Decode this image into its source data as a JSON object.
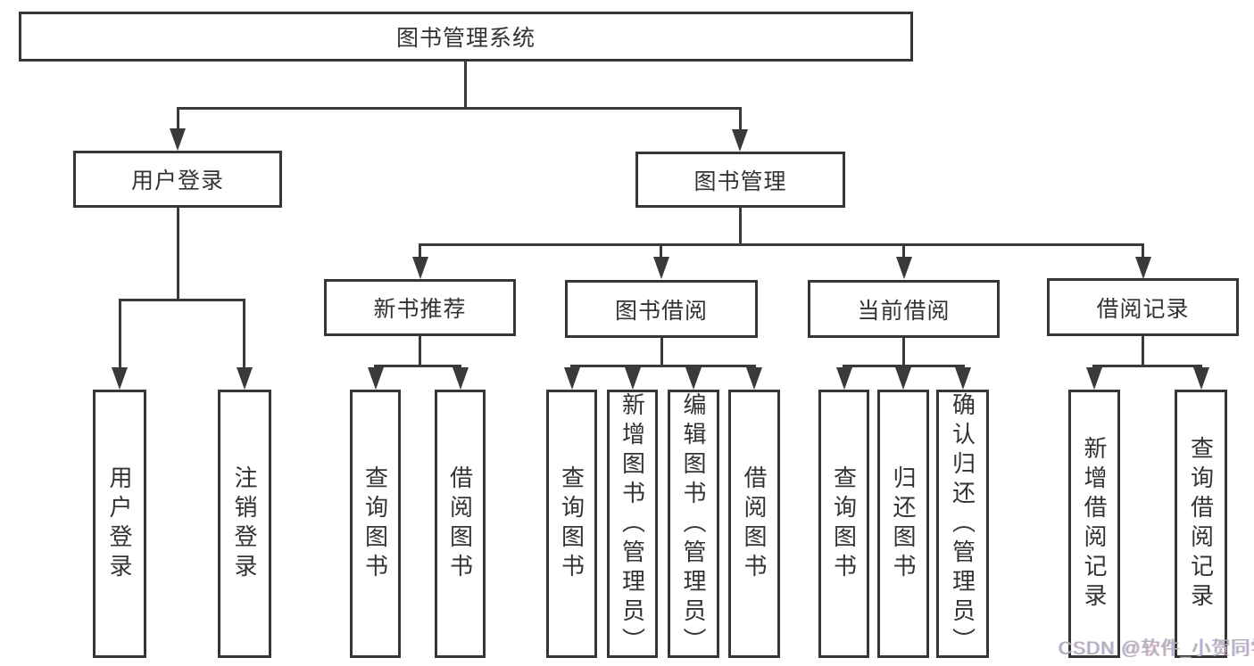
{
  "title": {
    "label": "图书管理系统"
  },
  "level2": [
    {
      "label": "用户登录"
    },
    {
      "label": "图书管理"
    }
  ],
  "level3": [
    {
      "label": "新书推荐"
    },
    {
      "label": "图书借阅"
    },
    {
      "label": "当前借阅"
    },
    {
      "label": "借阅记录"
    }
  ],
  "leaves": [
    {
      "label": "用户登录"
    },
    {
      "label": "注销登录"
    },
    {
      "label": "查询图书"
    },
    {
      "label": "借阅图书"
    },
    {
      "label": "查询图书"
    },
    {
      "label": "新增图书（管理员）"
    },
    {
      "label": "编辑图书（管理员）"
    },
    {
      "label": "借阅图书"
    },
    {
      "label": "查询图书"
    },
    {
      "label": "归还图书"
    },
    {
      "label": "确认归还（管理员）"
    },
    {
      "label": "新增借阅记录"
    },
    {
      "label": "查询借阅记录"
    }
  ],
  "watermark": {
    "label": "CSDN @软件_小贺同学"
  },
  "colors": {
    "line": "#3a3a3a",
    "text": "#333333",
    "box_background": "#ffffff",
    "page_background": "#ffffff",
    "watermark": "#b2b2b8"
  }
}
